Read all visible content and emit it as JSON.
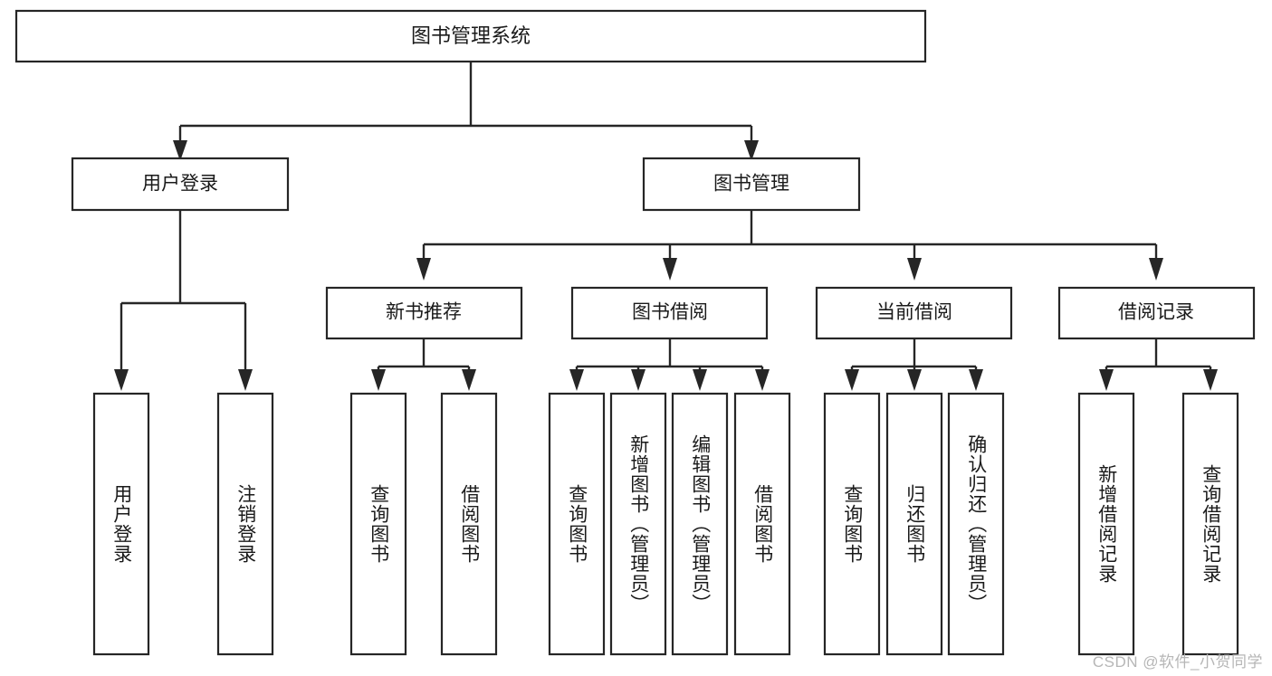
{
  "diagram": {
    "type": "hierarchy-tree",
    "title": "图书管理系统",
    "orientation": "top-down",
    "colors": {
      "box_fill": "#ffffff",
      "box_stroke": "#262626",
      "connector": "#262626",
      "text": "#1a1a1a",
      "watermark": "#b6b6b6"
    },
    "root": {
      "label": "图书管理系统"
    },
    "level2": [
      {
        "label": "用户登录"
      },
      {
        "label": "图书管理"
      }
    ],
    "level3": [
      {
        "label": "新书推荐"
      },
      {
        "label": "图书借阅"
      },
      {
        "label": "当前借阅"
      },
      {
        "label": "借阅记录"
      }
    ],
    "leaves": {
      "user_login": [
        {
          "label": "用户登录"
        },
        {
          "label": "注销登录"
        }
      ],
      "new_book_recommend": [
        {
          "label": "查询图书"
        },
        {
          "label": "借阅图书"
        }
      ],
      "book_borrow": [
        {
          "label": "查询图书"
        },
        {
          "label": "新增图书（管理员）"
        },
        {
          "label": "编辑图书（管理员）"
        },
        {
          "label": "借阅图书"
        }
      ],
      "current_borrow": [
        {
          "label": "查询图书"
        },
        {
          "label": "归还图书"
        },
        {
          "label": "确认归还（管理员）"
        }
      ],
      "borrow_record": [
        {
          "label": "新增借阅记录"
        },
        {
          "label": "查询借阅记录"
        }
      ]
    }
  },
  "watermark": {
    "text": "CSDN @软件_小贺同学"
  }
}
